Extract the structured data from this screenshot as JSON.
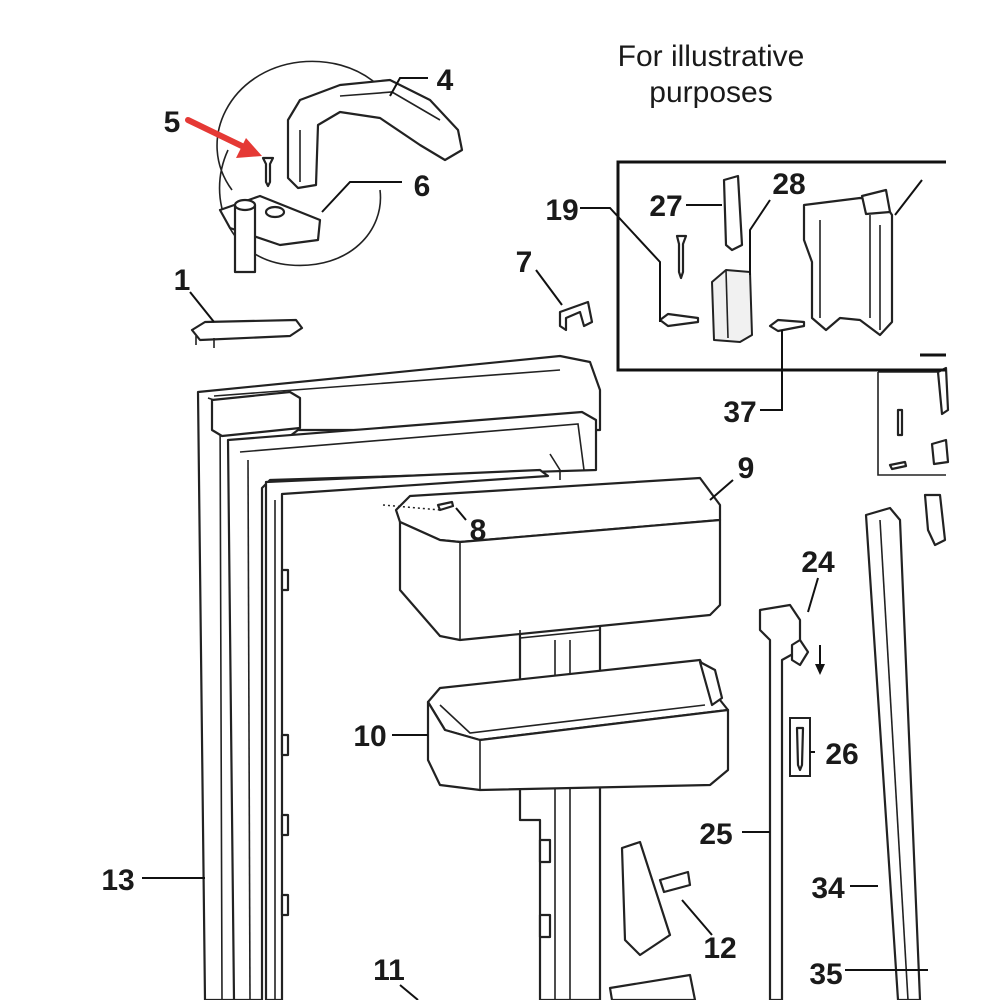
{
  "note": {
    "line1": "For illustrative",
    "line2": "purposes"
  },
  "highlight_color": "#e53935",
  "callouts": {
    "p1": "1",
    "p4": "4",
    "p5": "5",
    "p6": "6",
    "p7": "7",
    "p8": "8",
    "p9": "9",
    "p10": "10",
    "p11": "11",
    "p12": "12",
    "p13": "13",
    "p19": "19",
    "p24": "24",
    "p25": "25",
    "p26": "26",
    "p27": "27",
    "p28": "28",
    "p34": "34",
    "p35": "35",
    "p37": "37"
  }
}
